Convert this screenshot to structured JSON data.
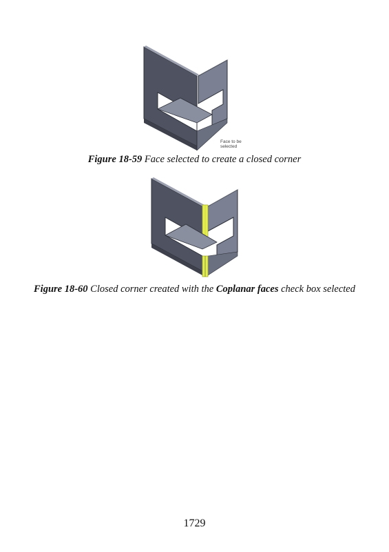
{
  "figures": [
    {
      "annotation": [
        "Face to be",
        "selected"
      ]
    },
    {}
  ],
  "captions": [
    {
      "label": "Figure 18-59",
      "text": " Face selected to create a closed corner"
    },
    {
      "label": "Figure 18-60",
      "text_before": " Closed corner created with the ",
      "bold": "Coplanar faces",
      "text_after": " check box selected"
    }
  ],
  "page_number": "1729",
  "colors": {
    "part_face_dark": "#4f5361",
    "part_face_mid": "#6b7080",
    "part_face_light": "#8a8fa0",
    "highlight": "#e6ef52"
  }
}
